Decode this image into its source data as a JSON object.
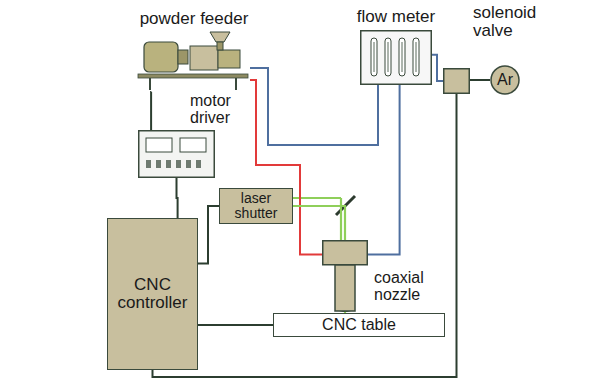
{
  "diagram": {
    "nodes": [
      {
        "text": [
          "powder feeder"
        ]
      },
      {
        "text": [
          "motor driver"
        ]
      },
      {
        "text": [
          "flow meter"
        ]
      },
      {
        "text": [
          "solenoid valve"
        ]
      },
      {
        "text": [
          "Ar"
        ]
      },
      {
        "text": [
          "laser shutter"
        ]
      },
      {
        "text": [
          "CNC controller"
        ]
      },
      {
        "text": [
          "coaxial nozzle"
        ]
      },
      {
        "text": [
          "CNC table"
        ]
      }
    ],
    "edges": [
      {
        "from": 0,
        "to": 1,
        "arrow": "none"
      },
      {
        "from": 1,
        "to": 6,
        "arrow": "none"
      },
      {
        "from": 6,
        "to": 5,
        "arrow": "none"
      },
      {
        "from": 6,
        "to": 8,
        "arrow": "none"
      },
      {
        "from": 6,
        "to": 3,
        "arrow": "none"
      },
      {
        "from": 0,
        "to": 2,
        "arrow": "none"
      },
      {
        "from": 2,
        "to": 3,
        "arrow": "none"
      },
      {
        "from": 3,
        "to": 4,
        "arrow": "none"
      },
      {
        "from": 2,
        "to": 7,
        "arrow": "none"
      },
      {
        "from": 0,
        "to": 7,
        "arrow": "none"
      },
      {
        "from": 5,
        "to": 7,
        "arrow": "none"
      }
    ]
  }
}
